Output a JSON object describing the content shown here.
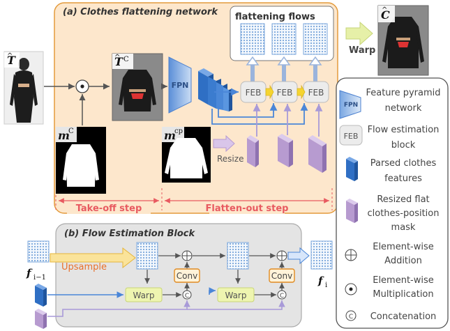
{
  "panel_a": {
    "title": "(a) Clothes flattening network",
    "flows_title": "flattening flows",
    "fpn_label": "FPN",
    "feb_labels": [
      "FEB",
      "FEB",
      "FEB"
    ],
    "resize_label": "Resize",
    "takeoff_step": "Take-off step",
    "flatten_step": "Flatten-out step",
    "input_symbol": "T",
    "masked_symbol": "T",
    "masked_sup": "C",
    "mask_symbol": "m",
    "mask_sup": "C",
    "mask_cp_symbol": "m",
    "mask_cp_sup": "cp"
  },
  "warp_section": {
    "label": "Warp",
    "output_symbol": "C"
  },
  "panel_b": {
    "title": "(b) Flow Estimation Block",
    "upsample_label": "Upsample",
    "conv_labels": [
      "Conv",
      "Conv"
    ],
    "warp_labels": [
      "Warp",
      "Warp"
    ],
    "input_symbol": "f",
    "input_sub": "i−1",
    "output_symbol": "f",
    "output_sub": "i"
  },
  "legend": {
    "items": [
      {
        "icon": "fpn",
        "label_lines": [
          "Feature pyramid",
          "network"
        ]
      },
      {
        "icon": "feb",
        "label_lines": [
          "Flow estimation",
          "block"
        ]
      },
      {
        "icon": "blue-feature",
        "label_lines": [
          "Parsed clothes",
          "features"
        ]
      },
      {
        "icon": "purple-mask",
        "label_lines": [
          "Resized flat",
          "clothes-position",
          "mask"
        ]
      },
      {
        "icon": "circle-plus",
        "label_lines": [
          "Element-wise",
          "Addition"
        ]
      },
      {
        "icon": "circle-dot",
        "label_lines": [
          "Element-wise",
          "Multiplication"
        ]
      },
      {
        "icon": "circle-c",
        "label_lines": [
          "Concatenation"
        ]
      }
    ],
    "icon_fpn_text": "FPN",
    "icon_feb_text": "FEB"
  },
  "colors": {
    "panel_a_bg": "#fde7cc",
    "panel_a_border": "#e39a3b",
    "panel_b_bg": "#e4e4e4",
    "blue_arrow": "#4a86d8",
    "purple": "#b79bd0",
    "feb_fill": "#ececec",
    "warp_fill": "#eef5b0",
    "conv_border": "#e08a20",
    "step_color": "#e85a60"
  }
}
